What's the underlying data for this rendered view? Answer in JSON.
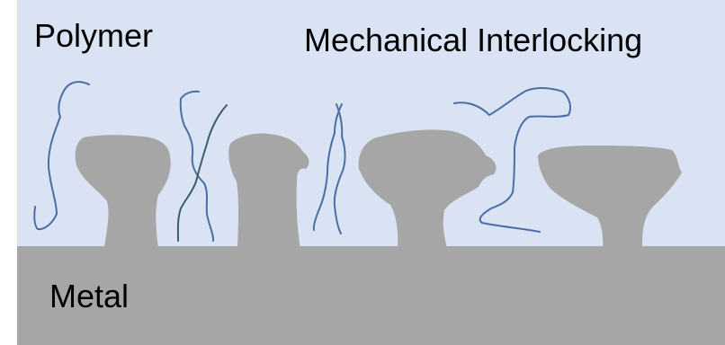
{
  "diagram": {
    "polymer_label": "Polymer",
    "mechanism_label": "Mechanical Interlocking",
    "metal_label": "Metal",
    "colors": {
      "polymer_region": "#dae3f3",
      "metal_region": "#a6a6a6",
      "polymer_chain": "#4a6fa5",
      "polymer_chain_dark": "#3a5f6b"
    }
  }
}
